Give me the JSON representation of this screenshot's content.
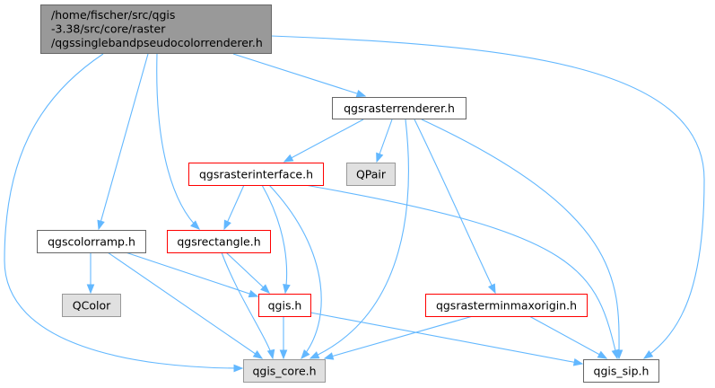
{
  "colors": {
    "edge": "#63b8ff",
    "root_fill": "#999999",
    "root_border": "#666666",
    "plain_fill": "#ffffff",
    "plain_border": "#666666",
    "red_border": "#ff0000",
    "gray_fill": "#e0e0e0",
    "gray_border": "#999999"
  },
  "nodes": [
    {
      "id": "root",
      "label_lines": [
        "/home/fischer/src/qgis",
        "-3.38/src/core/raster",
        "/qgssinglebandpseudocolorrenderer.h"
      ],
      "style": "root"
    },
    {
      "id": "renderer",
      "label_lines": [
        "qgsrasterrenderer.h"
      ],
      "style": "plain"
    },
    {
      "id": "interface",
      "label_lines": [
        "qgsrasterinterface.h"
      ],
      "style": "red"
    },
    {
      "id": "qpair",
      "label_lines": [
        "QPair"
      ],
      "style": "gray"
    },
    {
      "id": "colorramp",
      "label_lines": [
        "qgscolorramp.h"
      ],
      "style": "plain"
    },
    {
      "id": "rectangle",
      "label_lines": [
        "qgsrectangle.h"
      ],
      "style": "red"
    },
    {
      "id": "qcolor",
      "label_lines": [
        "QColor"
      ],
      "style": "gray"
    },
    {
      "id": "qgis",
      "label_lines": [
        "qgis.h"
      ],
      "style": "red"
    },
    {
      "id": "minmax",
      "label_lines": [
        "qgsrasterminmaxorigin.h"
      ],
      "style": "red"
    },
    {
      "id": "core",
      "label_lines": [
        "qgis_core.h"
      ],
      "style": "gray"
    },
    {
      "id": "sip",
      "label_lines": [
        "qgis_sip.h"
      ],
      "style": "plain"
    }
  ],
  "edges": [
    {
      "from": "root",
      "to": "renderer"
    },
    {
      "from": "root",
      "to": "colorramp"
    },
    {
      "from": "root",
      "to": "rectangle"
    },
    {
      "from": "root",
      "to": "core"
    },
    {
      "from": "root",
      "to": "sip"
    },
    {
      "from": "renderer",
      "to": "interface"
    },
    {
      "from": "renderer",
      "to": "qpair"
    },
    {
      "from": "renderer",
      "to": "minmax"
    },
    {
      "from": "renderer",
      "to": "core"
    },
    {
      "from": "renderer",
      "to": "sip"
    },
    {
      "from": "interface",
      "to": "rectangle"
    },
    {
      "from": "interface",
      "to": "qgis"
    },
    {
      "from": "interface",
      "to": "core"
    },
    {
      "from": "interface",
      "to": "sip"
    },
    {
      "from": "colorramp",
      "to": "qcolor"
    },
    {
      "from": "colorramp",
      "to": "qgis"
    },
    {
      "from": "colorramp",
      "to": "core"
    },
    {
      "from": "rectangle",
      "to": "qgis"
    },
    {
      "from": "rectangle",
      "to": "core"
    },
    {
      "from": "qgis",
      "to": "core"
    },
    {
      "from": "qgis",
      "to": "sip"
    },
    {
      "from": "minmax",
      "to": "core"
    },
    {
      "from": "minmax",
      "to": "sip"
    }
  ]
}
